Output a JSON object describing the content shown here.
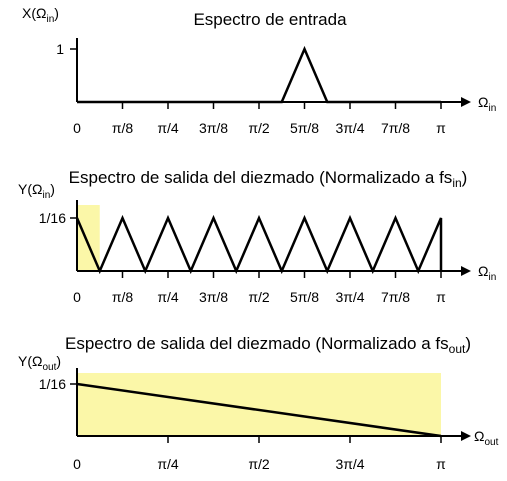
{
  "highlight_color": "#fbf7a8",
  "line_color": "#000000",
  "panels": [
    {
      "title": "Espectro de entrada",
      "y_label": "X(Ω",
      "y_label_sub": "in",
      "y_label_close": ")",
      "y_tick": "1",
      "x_label": "Ω",
      "x_label_sub": "in",
      "x_ticks": [
        "0",
        "π/8",
        "π/4",
        "3π/8",
        "π/2",
        "5π/8",
        "3π/4",
        "7π/8",
        "π"
      ],
      "curve": [
        [
          0,
          0
        ],
        [
          0.5625,
          0
        ],
        [
          0.625,
          1
        ],
        [
          0.6875,
          0
        ],
        [
          1,
          0
        ]
      ]
    },
    {
      "title": "Espectro de salida del diezmado (Normalizado a fs",
      "title_sub": "in",
      "title_close": ")",
      "y_label": "Y(Ω",
      "y_label_sub": "in",
      "y_label_close": ")",
      "y_tick": "1/16",
      "x_label": "Ω",
      "x_label_sub": "in",
      "x_ticks": [
        "0",
        "π/8",
        "π/4",
        "3π/8",
        "π/2",
        "5π/8",
        "3π/4",
        "7π/8",
        "π"
      ],
      "highlight_x": [
        0,
        0.0625
      ],
      "curve": [
        [
          0,
          1
        ],
        [
          0.0625,
          0
        ],
        [
          0.125,
          1
        ],
        [
          0.1875,
          0
        ],
        [
          0.25,
          1
        ],
        [
          0.3125,
          0
        ],
        [
          0.375,
          1
        ],
        [
          0.4375,
          0
        ],
        [
          0.5,
          1
        ],
        [
          0.5625,
          0
        ],
        [
          0.625,
          1
        ],
        [
          0.6875,
          0
        ],
        [
          0.75,
          1
        ],
        [
          0.8125,
          0
        ],
        [
          0.875,
          1
        ],
        [
          0.9375,
          0
        ],
        [
          1,
          1
        ],
        [
          1,
          0
        ]
      ]
    },
    {
      "title": "Espectro de salida del diezmado (Normalizado a fs",
      "title_sub": "out",
      "title_close": ")",
      "y_label": "Y(Ω",
      "y_label_sub": "out",
      "y_label_close": ")",
      "y_tick": "1/16",
      "x_label": "Ω",
      "x_label_sub": "out",
      "x_ticks": [
        "0",
        "π/4",
        "π/2",
        "3π/4",
        "π"
      ],
      "highlight_x": [
        0,
        1
      ],
      "curve": [
        [
          0,
          1
        ],
        [
          1,
          0
        ]
      ]
    }
  ]
}
